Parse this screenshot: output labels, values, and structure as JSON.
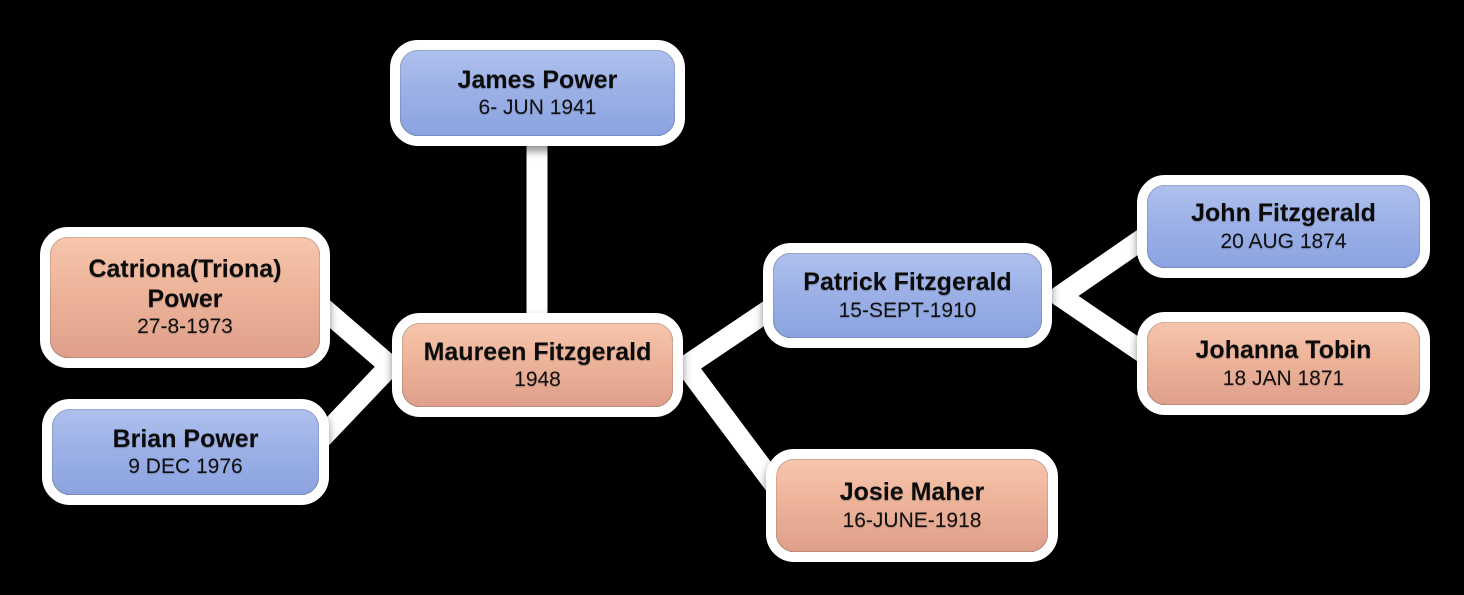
{
  "diagram": {
    "type": "family-tree",
    "background_color": "#000000",
    "colors": {
      "male_node_top": "#aec1ed",
      "male_node_bottom": "#8ba3e0",
      "female_node_top": "#f6c6ad",
      "female_node_bottom": "#df9f8b",
      "node_border": "#ffffff",
      "connector_line": "#ffffff",
      "text": "#000000"
    }
  },
  "nodes": [
    {
      "name": "James Power",
      "date": "6- JUN 1941",
      "color": "blue"
    },
    {
      "name": "Catriona(Triona) Power",
      "date": "27-8-1973",
      "color": "salmon"
    },
    {
      "name": "Brian Power",
      "date": "9 DEC 1976",
      "color": "blue"
    },
    {
      "name": "Maureen Fitzgerald",
      "date": "1948",
      "color": "salmon"
    },
    {
      "name": "Patrick Fitzgerald",
      "date": "15-SEPT-1910",
      "color": "blue"
    },
    {
      "name": "Josie Maher",
      "date": "16-JUNE-1918",
      "color": "salmon"
    },
    {
      "name": "John Fitzgerald",
      "date": "20 AUG 1874",
      "color": "blue"
    },
    {
      "name": "Johanna Tobin",
      "date": "18 JAN 1871",
      "color": "salmon"
    }
  ],
  "edges": [
    {
      "from": "James Power",
      "to": "Maureen Fitzgerald"
    },
    {
      "from": "Catriona(Triona) Power",
      "to": "Maureen Fitzgerald"
    },
    {
      "from": "Brian Power",
      "to": "Maureen Fitzgerald"
    },
    {
      "from": "Maureen Fitzgerald",
      "to": "Patrick Fitzgerald"
    },
    {
      "from": "Maureen Fitzgerald",
      "to": "Josie Maher"
    },
    {
      "from": "Patrick Fitzgerald",
      "to": "John Fitzgerald"
    },
    {
      "from": "Patrick Fitzgerald",
      "to": "Johanna Tobin"
    }
  ]
}
